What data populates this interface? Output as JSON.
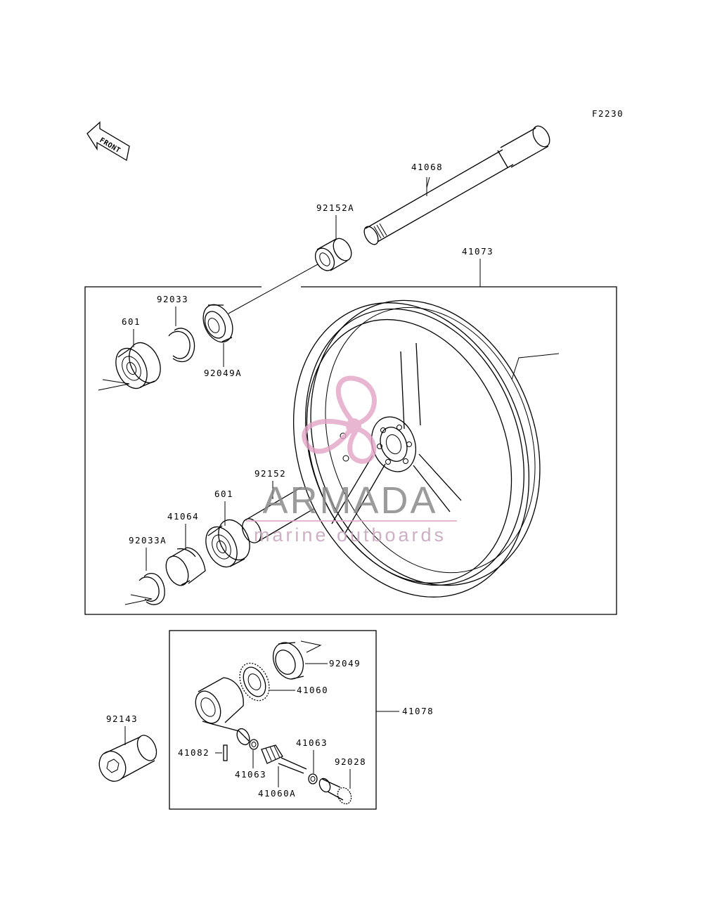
{
  "diagram_id": "F2230",
  "front_label": "FRONT",
  "parts": {
    "p41068": "41068",
    "p92152A": "92152A",
    "p41073": "41073",
    "p92033": "92033",
    "p601_top": "601",
    "p92049A": "92049A",
    "p92152": "92152",
    "p601_bottom": "601",
    "p41064": "41064",
    "p92033A": "92033A",
    "p92049": "92049",
    "p41060": "41060",
    "p41078": "41078",
    "p92143": "92143",
    "p41082": "41082",
    "p41063_right": "41063",
    "p92028": "92028",
    "p41063_left": "41063",
    "p41060A": "41060A"
  },
  "watermark": {
    "brand": "ARMADA",
    "tagline": "marine outboards"
  }
}
